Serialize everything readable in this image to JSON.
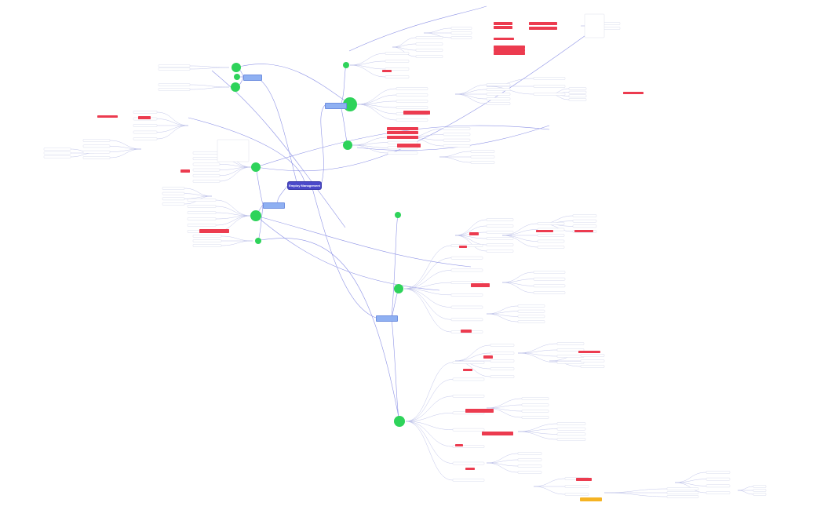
{
  "root": {
    "title": "Employ Management"
  },
  "colors": {
    "root": "#4a49c9",
    "branch_label": "#8fb0f2",
    "hub_node": "#2ed35a",
    "connector": "#8f94e6",
    "leaf_line": "#b9bde6",
    "highlight_red": "#ec3b4f",
    "highlight_orange": "#f5b323"
  },
  "icons": {
    "hub": "circle-node",
    "root": "rectangle-node"
  }
}
